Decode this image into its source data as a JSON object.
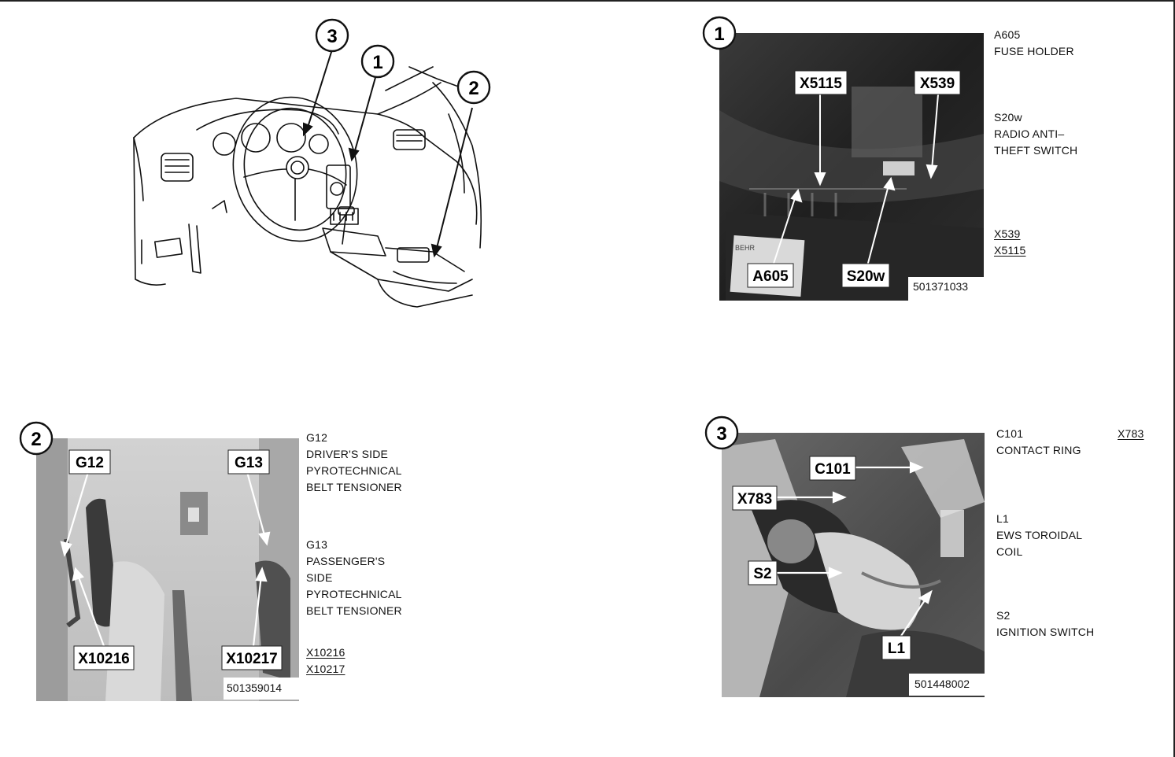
{
  "overview": {
    "callouts": [
      "3",
      "1",
      "2"
    ]
  },
  "photo1": {
    "number": "1",
    "labels": {
      "x5115": "X5115",
      "x539": "X539",
      "a605": "A605",
      "s20w": "S20w",
      "behr": "BEHR"
    },
    "code": "501371033",
    "legend": {
      "a605_code": "A605",
      "a605_desc": "FUSE HOLDER",
      "s20w_code": "S20w",
      "s20w_desc_1": "RADIO ANTI–",
      "s20w_desc_2": "THEFT SWITCH",
      "conn_1": "X539",
      "conn_2": "X5115"
    }
  },
  "photo2": {
    "number": "2",
    "labels": {
      "g12": "G12",
      "g13": "G13",
      "x10216": "X10216",
      "x10217": "X10217"
    },
    "code": "501359014",
    "legend": {
      "g12_code": "G12",
      "g12_desc_1": "DRIVER'S SIDE",
      "g12_desc_2": "PYROTECHNICAL",
      "g12_desc_3": "BELT TENSIONER",
      "g13_code": "G13",
      "g13_desc_1": "PASSENGER'S",
      "g13_desc_2": "SIDE",
      "g13_desc_3": "PYROTECHNICAL",
      "g13_desc_4": "BELT TENSIONER",
      "conn_1": "X10216",
      "conn_2": "X10217"
    }
  },
  "photo3": {
    "number": "3",
    "labels": {
      "c101": "C101",
      "x783": "X783",
      "s2": "S2",
      "l1": "L1"
    },
    "code": "501448002",
    "legend": {
      "c101_code": "C101",
      "c101_desc": "CONTACT RING",
      "x783": "X783",
      "l1_code": "L1",
      "l1_desc_1": "EWS TOROIDAL",
      "l1_desc_2": "COIL",
      "s2_code": "S2",
      "s2_desc": "IGNITION SWITCH"
    }
  },
  "colors": {
    "ink": "#111111",
    "photo_dark": "#2b2b2b",
    "photo_mid": "#7a7a7a",
    "photo_light": "#cfcfcf"
  }
}
